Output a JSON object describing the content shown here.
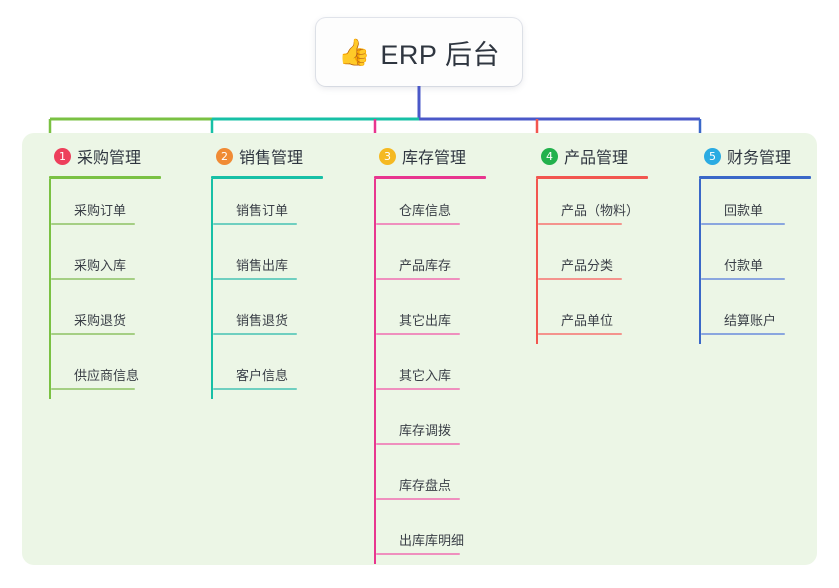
{
  "root": {
    "emoji": "👍",
    "emoji_name": "thumbs-up-icon",
    "title": "ERP 后台"
  },
  "panel": {
    "background_color": "#ecf6e6"
  },
  "connector_colors": {
    "segment_left": "#7ac143",
    "segment_mid": "#17c0a6",
    "segment_right": "#4a58c8",
    "stem": "#4a58c8"
  },
  "columns": [
    {
      "number": "1",
      "title": "采购管理",
      "badge_color": "#ed3f5b",
      "line_color": "#7ac143",
      "leaf_line_color": "#a5cf84",
      "drop_color": "#7ac143",
      "items": [
        {
          "label": "采购订单"
        },
        {
          "label": "采购入库"
        },
        {
          "label": "采购退货"
        },
        {
          "label": "供应商信息"
        }
      ]
    },
    {
      "number": "2",
      "title": "销售管理",
      "badge_color": "#f08b35",
      "line_color": "#17c0a6",
      "leaf_line_color": "#6fcfc0",
      "drop_color": "#17c0a6",
      "items": [
        {
          "label": "销售订单"
        },
        {
          "label": "销售出库"
        },
        {
          "label": "销售退货"
        },
        {
          "label": "客户信息"
        }
      ]
    },
    {
      "number": "3",
      "title": "库存管理",
      "badge_color": "#f5b921",
      "line_color": "#e8368f",
      "leaf_line_color": "#ef8fbe",
      "drop_color": "#e8368f",
      "items": [
        {
          "label": "仓库信息"
        },
        {
          "label": "产品库存"
        },
        {
          "label": "其它出库"
        },
        {
          "label": "其它入库"
        },
        {
          "label": "库存调拨"
        },
        {
          "label": "库存盘点"
        },
        {
          "label": "出库库明细"
        }
      ]
    },
    {
      "number": "4",
      "title": "产品管理",
      "badge_color": "#22b14c",
      "line_color": "#f2564f",
      "leaf_line_color": "#f4938d",
      "drop_color": "#f2564f",
      "items": [
        {
          "label": "产品（物料）"
        },
        {
          "label": "产品分类"
        },
        {
          "label": "产品单位"
        }
      ]
    },
    {
      "number": "5",
      "title": "财务管理",
      "badge_color": "#2aabe2",
      "line_color": "#3a68c8",
      "leaf_line_color": "#8aa6df",
      "drop_color": "#3a68c8",
      "items": [
        {
          "label": "回款单"
        },
        {
          "label": "付款单"
        },
        {
          "label": "结算账户"
        }
      ]
    }
  ]
}
